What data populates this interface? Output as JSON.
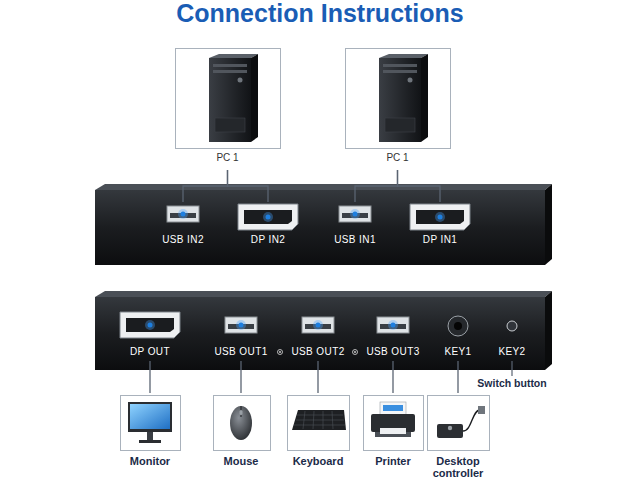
{
  "diagram": {
    "title": "Connection Instructions",
    "nodes": [
      {
        "text": [
          "PC 1"
        ]
      },
      {
        "text": [
          "PC 1"
        ]
      },
      {
        "text": [
          "USB IN2"
        ]
      },
      {
        "text": [
          "DP IN2"
        ]
      },
      {
        "text": [
          "USB IN1"
        ]
      },
      {
        "text": [
          "DP IN1"
        ]
      },
      {
        "text": [
          "DP OUT"
        ]
      },
      {
        "text": [
          "USB OUT1"
        ]
      },
      {
        "text": [
          "USB OUT2"
        ]
      },
      {
        "text": [
          "USB OUT3"
        ]
      },
      {
        "text": [
          "KEY1"
        ]
      },
      {
        "text": [
          "KEY2"
        ]
      },
      {
        "text": [
          "Monitor"
        ]
      },
      {
        "text": [
          "Mouse"
        ]
      },
      {
        "text": [
          "Keyboard"
        ]
      },
      {
        "text": [
          "Printer"
        ]
      },
      {
        "text": [
          "Desktop controller"
        ]
      }
    ],
    "edges": [
      {
        "from": 0,
        "to": 2,
        "arrow": "none"
      },
      {
        "from": 0,
        "to": 3,
        "arrow": "none"
      },
      {
        "from": 1,
        "to": 4,
        "arrow": "none"
      },
      {
        "from": 1,
        "to": 5,
        "arrow": "none"
      },
      {
        "from": 6,
        "to": 12,
        "arrow": "none"
      },
      {
        "from": 7,
        "to": 13,
        "arrow": "none"
      },
      {
        "from": 8,
        "to": 14,
        "arrow": "none"
      },
      {
        "from": 9,
        "to": 15,
        "arrow": "none"
      },
      {
        "from": 10,
        "to": 16,
        "arrow": "none"
      }
    ],
    "labels": [
      "Switch button"
    ]
  }
}
